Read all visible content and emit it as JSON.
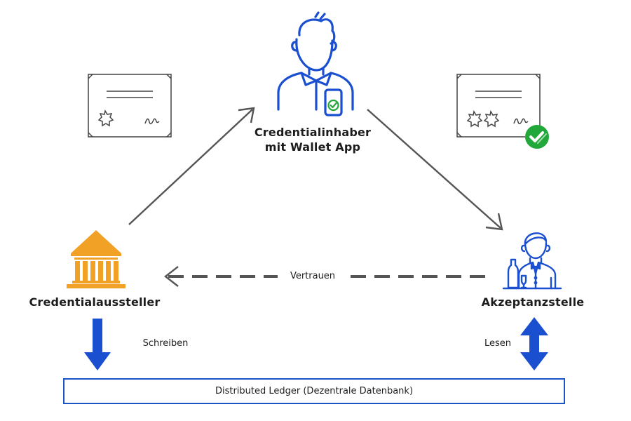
{
  "colors": {
    "blue": "#1a4fd0",
    "orange": "#f0a126",
    "green": "#22a83a",
    "gray": "#555555"
  },
  "nodes": {
    "holder": {
      "line1": "Credentialinhaber",
      "line2": "mit Wallet App",
      "icon": "person-with-phone-icon"
    },
    "issuer": {
      "label": "Credentialaussteller",
      "icon": "bank-building-icon"
    },
    "verifier": {
      "label": "Akzeptanzstelle",
      "icon": "waiter-icon"
    }
  },
  "edges": {
    "trust": "Vertrauen",
    "write": "Schreiben",
    "read": "Lesen"
  },
  "ledger": {
    "label": "Distributed Ledger (Dezentrale Datenbank)"
  },
  "certificates": {
    "left": {
      "icon": "certificate-icon"
    },
    "right": {
      "icon": "verified-certificate-icon"
    }
  }
}
